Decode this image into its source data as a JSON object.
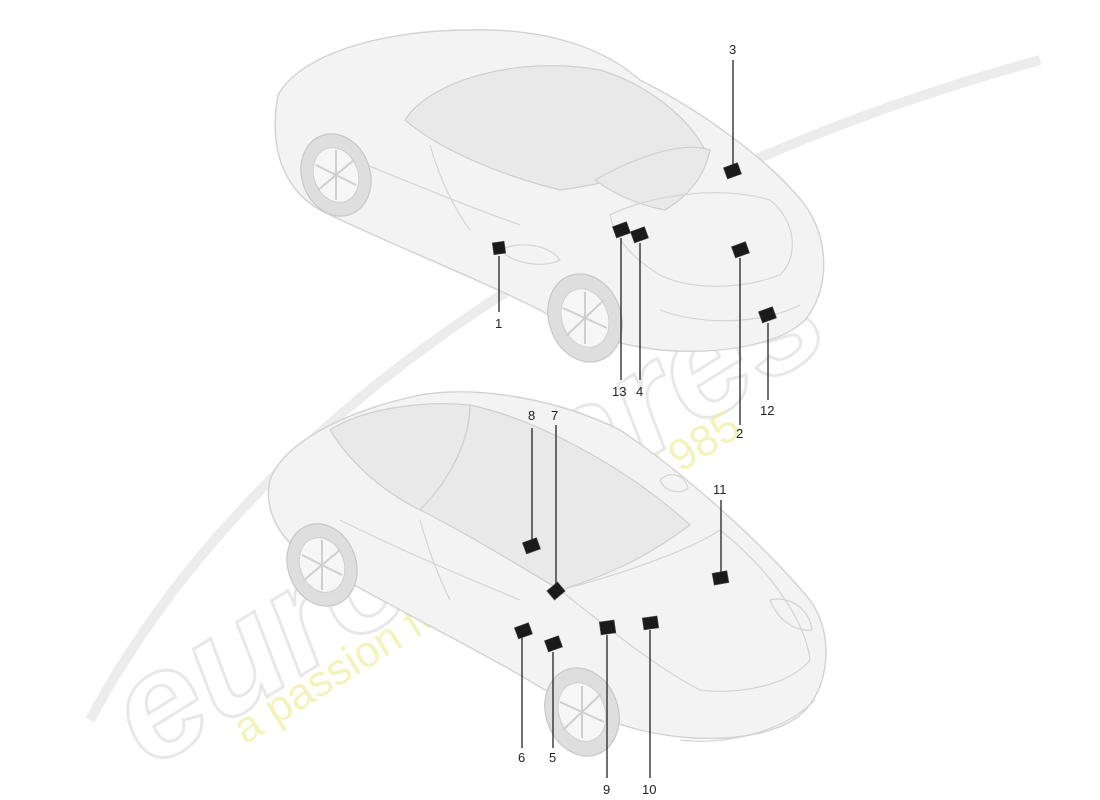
{
  "watermark": {
    "brand": "eurospares",
    "tagline": "a passion for parts since 1985"
  },
  "callouts": [
    "1",
    "2",
    "3",
    "4",
    "5",
    "6",
    "7",
    "8",
    "9",
    "10",
    "11",
    "12",
    "13"
  ],
  "colors": {
    "label_patch": "#1a1a1a",
    "leader": "#222222",
    "car_outline": "#d2d2d2",
    "watermark_tagline": "#eef0a8"
  }
}
